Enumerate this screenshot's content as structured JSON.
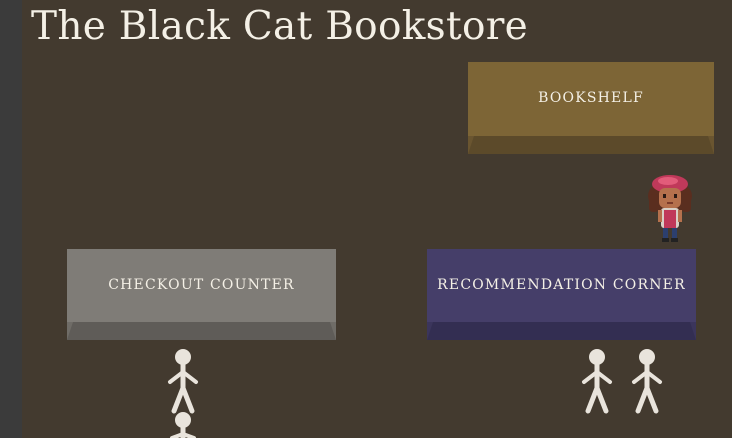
{
  "title": "The Black Cat Bookstore",
  "stations": {
    "bookshelf": "BOOKSHELF",
    "checkout": "CHECKOUT COUNTER",
    "recommendation": "RECOMMENDATION CORNER"
  },
  "colors": {
    "background": "#433a2f",
    "bookshelf": "#7d6536",
    "checkout": "#7f7c77",
    "recommendation": "#453e69",
    "text": "#f4f0e6"
  },
  "icons": {
    "customer": "stick-figure-icon",
    "player": "bookseller-sprite"
  }
}
